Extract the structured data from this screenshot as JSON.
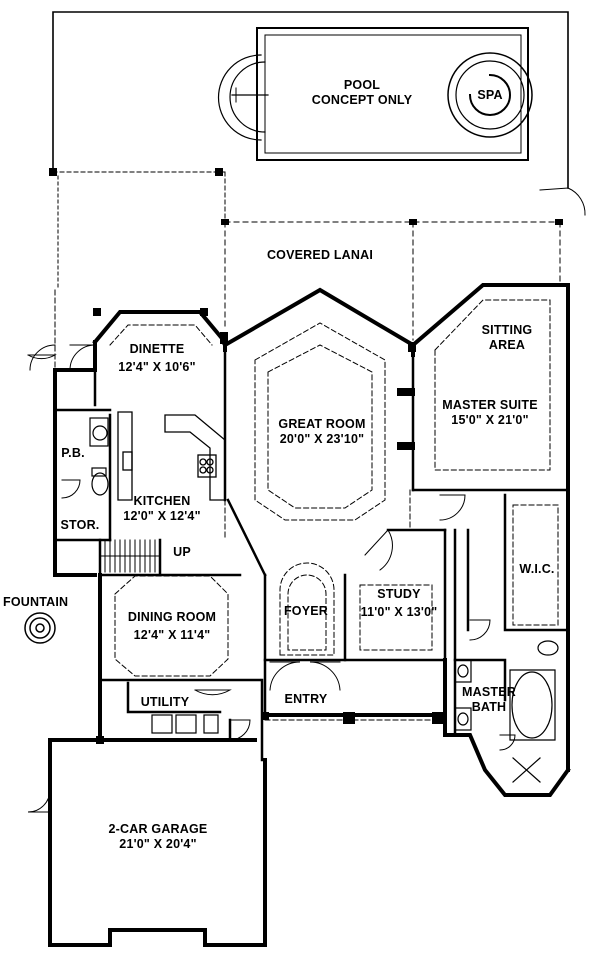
{
  "rooms": {
    "pool": {
      "name1": "POOL",
      "name2": "CONCEPT ONLY"
    },
    "spa": {
      "name": "SPA"
    },
    "lanai": {
      "name": "COVERED LANAI"
    },
    "dinette": {
      "name": "DINETTE",
      "dims": "12'4\" X 10'6\""
    },
    "sitting": {
      "name1": "SITTING",
      "name2": "AREA"
    },
    "great_room": {
      "name": "GREAT ROOM",
      "dims": "20'0\" X 23'10\""
    },
    "master_suite": {
      "name": "MASTER SUITE",
      "dims": "15'0\" X 21'0\""
    },
    "pb": {
      "name": "P.B."
    },
    "kitchen": {
      "name": "KITCHEN",
      "dims": "12'0\" X 12'4\""
    },
    "stor": {
      "name": "STOR."
    },
    "up": {
      "name": "UP"
    },
    "study": {
      "name": "STUDY",
      "dims": "11'0\" X 13'0\""
    },
    "wic": {
      "name": "W.I.C."
    },
    "fountain": {
      "name": "FOUNTAIN"
    },
    "foyer": {
      "name": "FOYER"
    },
    "dining": {
      "name": "DINING ROOM",
      "dims": "12'4\" X 11'4\""
    },
    "utility": {
      "name": "UTILITY"
    },
    "entry": {
      "name": "ENTRY"
    },
    "master_bath": {
      "name1": "MASTER",
      "name2": "BATH"
    },
    "garage": {
      "name": "2-CAR GARAGE",
      "dims": "21'0\" X 20'4\""
    }
  },
  "colors": {
    "wall": "#000000",
    "line": "#000000",
    "background": "#ffffff"
  }
}
